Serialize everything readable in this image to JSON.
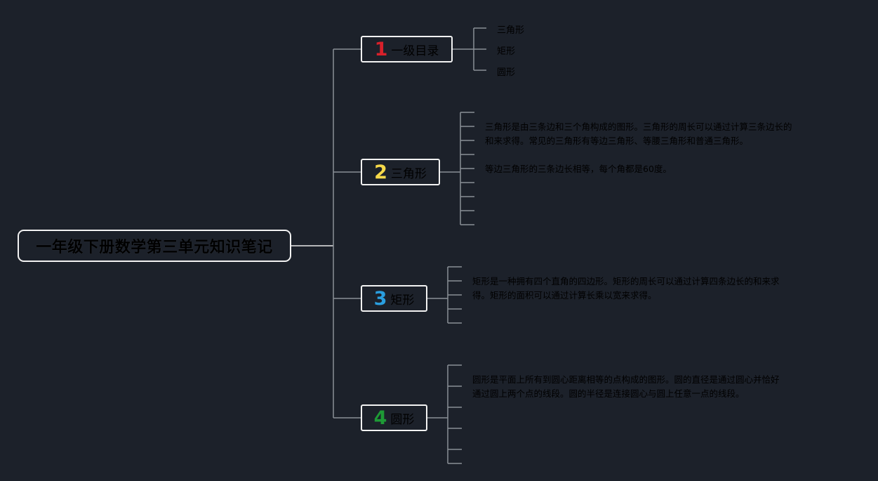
{
  "root": {
    "title": "一年级下册数学第三单元知识笔记"
  },
  "branches": [
    {
      "number": "1",
      "label": "一级目录",
      "number_color": "#d8202a",
      "leaves": [
        "三角形",
        "矩形",
        "圆形"
      ]
    },
    {
      "number": "2",
      "label": "三角形",
      "number_color": "#f6d94a",
      "notes": [
        "三角形是由三条边和三个角构成的图形。三角形的周长可以通过计算三条边长的",
        "和来求得。常见的三角形有等边三角形、等腰三角形和普通三角形。",
        "等边三角形的三条边长相等，每个角都是60度。"
      ]
    },
    {
      "number": "3",
      "label": "矩形",
      "number_color": "#2a9fe0",
      "notes": [
        "矩形是一种拥有四个直角的四边形。矩形的周长可以通过计算四条边长的和来求",
        "得。矩形的面积可以通过计算长乘以宽来求得。"
      ]
    },
    {
      "number": "4",
      "label": "圆形",
      "number_color": "#1e9a36",
      "notes": [
        "圆形是平面上所有到圆心距离相等的点构成的图形。圆的直径是通过圆心并恰好",
        "通过圆上两个点的线段。圆的半径是连接圆心与圆上任意一点的线段。"
      ]
    }
  ]
}
